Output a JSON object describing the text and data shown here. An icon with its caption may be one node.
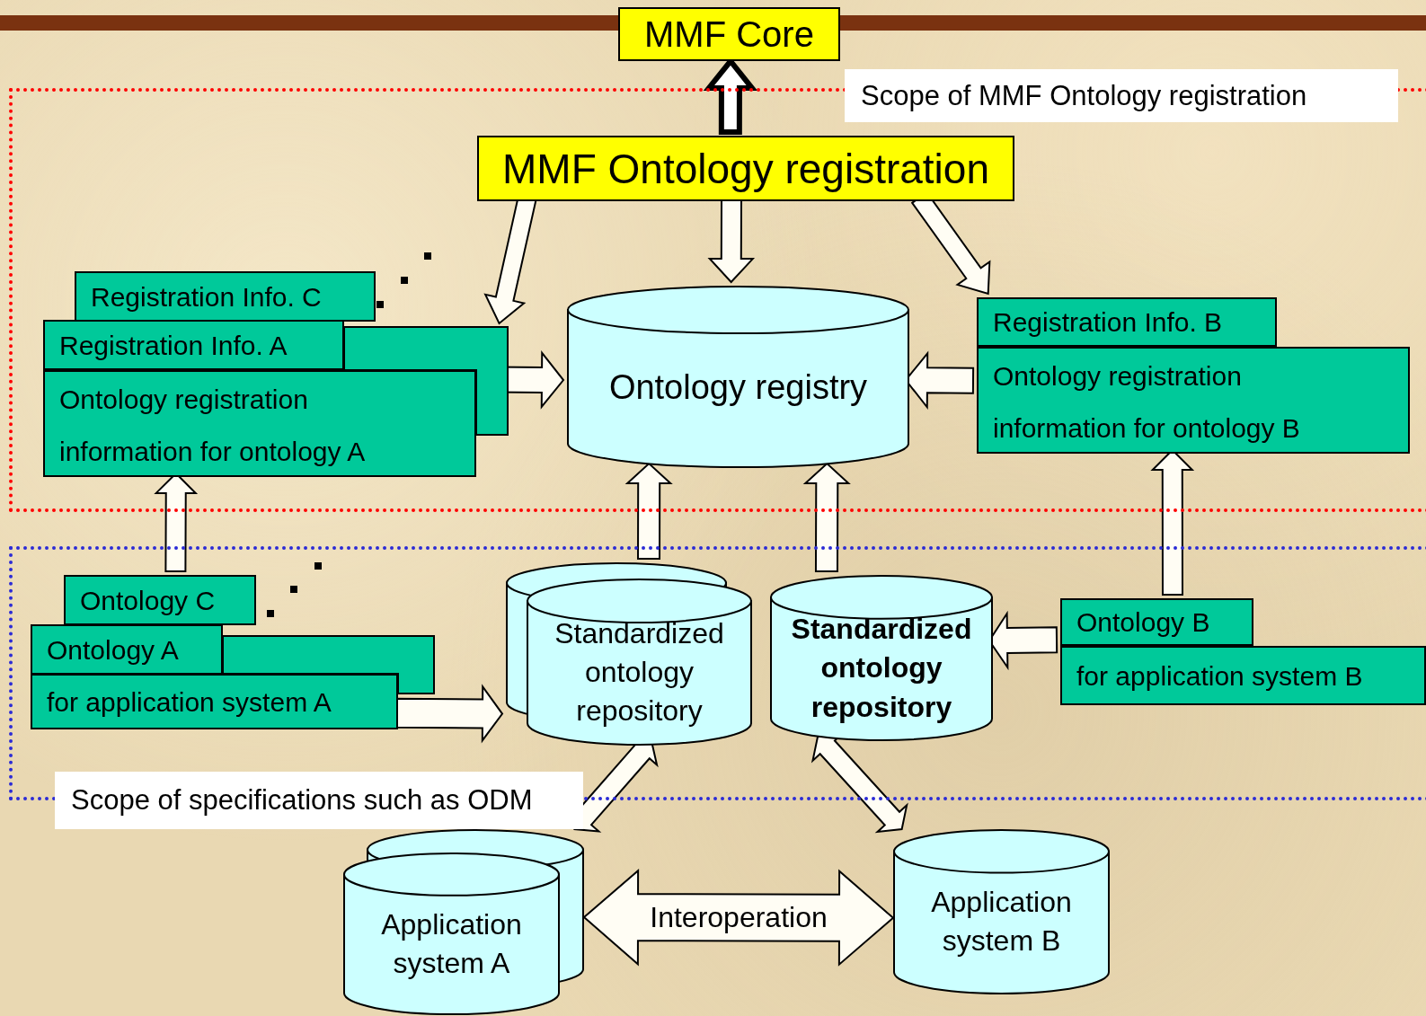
{
  "diagram": {
    "nodes": [
      {
        "text": [
          "MMF Core"
        ]
      },
      {
        "text": [
          "Scope of MMF Ontology registration"
        ]
      },
      {
        "text": [
          "MMF Ontology registration"
        ],
        "in": 1
      },
      {
        "text": [
          "Ontology registry"
        ],
        "in": 1
      },
      {
        "text": [
          "Registration Info. C"
        ],
        "in": 1
      },
      {
        "text": [],
        "shape": "box",
        "in": 1
      },
      {
        "text": [
          "Registration Info. A"
        ],
        "in": 1
      },
      {
        "text": [
          "Ontology registration information for ontology A"
        ],
        "in": 1
      },
      {
        "text": [
          "Registration Info. B"
        ],
        "in": 1
      },
      {
        "text": [
          "Ontology registration information for ontology B"
        ],
        "in": 1
      },
      {
        "text": [
          "Scope of specifications such as ODM"
        ]
      },
      {
        "text": [
          "Ontology C"
        ],
        "in": 10
      },
      {
        "text": [],
        "shape": "box",
        "in": 10
      },
      {
        "text": [
          "Ontology A"
        ],
        "in": 10
      },
      {
        "text": [
          "for application system A"
        ],
        "in": 10
      },
      {
        "text": [
          "Standardized ontology repository"
        ],
        "in": 10
      },
      {
        "text": [
          "Standardized ontology repository"
        ],
        "in": 10
      },
      {
        "text": [
          "Ontology B"
        ],
        "in": 10
      },
      {
        "text": [
          "for application system B"
        ],
        "in": 10
      },
      {
        "text": [
          "Application system A"
        ]
      },
      {
        "text": [
          "Application system B"
        ]
      }
    ],
    "edges": [
      {
        "from": 2,
        "to": 0,
        "arrow": "to",
        "style": "thick"
      },
      {
        "from": 2,
        "to": 5,
        "arrow": "to"
      },
      {
        "from": 2,
        "to": 3,
        "arrow": "to"
      },
      {
        "from": 2,
        "to": 8,
        "arrow": "to"
      },
      {
        "from": 7,
        "to": 3,
        "arrow": "to"
      },
      {
        "from": 9,
        "to": 3,
        "arrow": "to"
      },
      {
        "from": 11,
        "to": 7,
        "arrow": "to"
      },
      {
        "from": 15,
        "to": 3,
        "arrow": "to"
      },
      {
        "from": 16,
        "to": 3,
        "arrow": "to"
      },
      {
        "from": 17,
        "to": 9,
        "arrow": "to"
      },
      {
        "from": 14,
        "to": 15,
        "arrow": "to"
      },
      {
        "from": 17,
        "to": 16,
        "arrow": "to"
      },
      {
        "from": 15,
        "to": 19,
        "arrow": "both"
      },
      {
        "from": 16,
        "to": 20,
        "arrow": "both"
      },
      {
        "from": 19,
        "to": 20,
        "arrow": "both",
        "label": "Interoperation"
      }
    ]
  }
}
